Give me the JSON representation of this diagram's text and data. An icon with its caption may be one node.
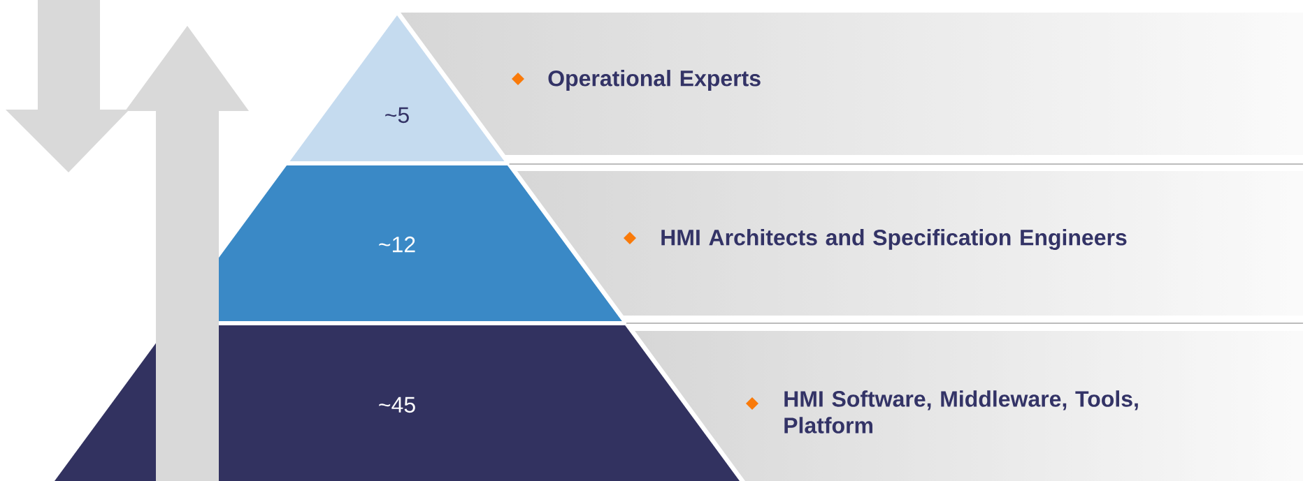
{
  "diagram": {
    "nodes": [
      {
        "text": [
          "~5"
        ]
      },
      {
        "text": [
          "~12"
        ]
      },
      {
        "text": [
          "~45"
        ]
      },
      {
        "text": [
          "Operational Experts"
        ]
      },
      {
        "text": [
          "HMI Architects and Specification Engineers"
        ]
      },
      {
        "text": [
          "HMI Software, Middleware, Tools, Platform"
        ]
      }
    ],
    "edges": []
  }
}
